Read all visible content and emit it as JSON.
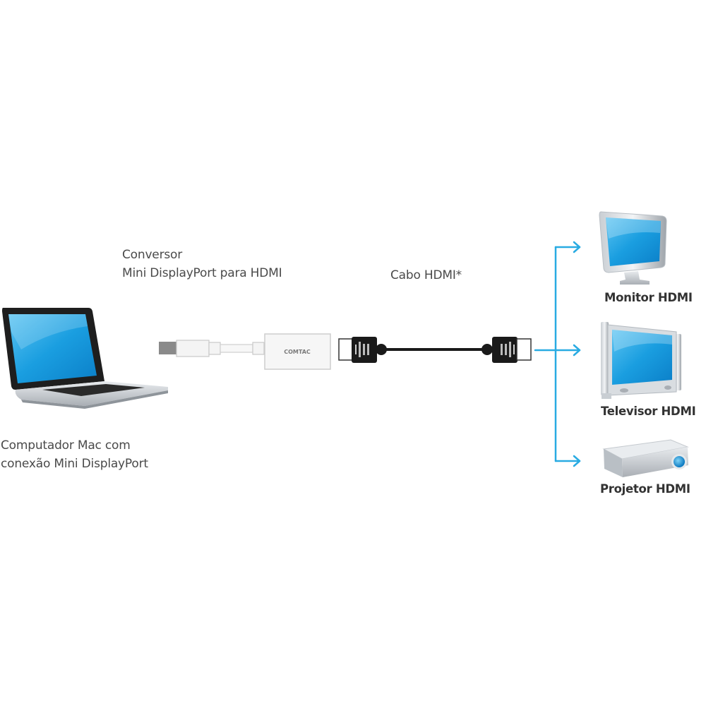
{
  "diagram": {
    "title": "Mini DisplayPort to HDMI connection diagram",
    "source": {
      "name": "computer",
      "label_lines": [
        "Computador Mac com",
        "conexão Mini DisplayPort"
      ],
      "icon": "laptop-icon"
    },
    "adapter": {
      "name": "converter",
      "label_lines": [
        "Conversor",
        "Mini DisplayPort para HDMI"
      ],
      "brand": "COMTAC",
      "icon": "adapter-icon"
    },
    "cable": {
      "name": "hdmi-cable",
      "label": "Cabo HDMI*",
      "icon": "hdmi-cable-icon"
    },
    "destinations": [
      {
        "name": "monitor",
        "label": "Monitor HDMI",
        "icon": "monitor-icon"
      },
      {
        "name": "tv",
        "label": "Televisor HDMI",
        "icon": "tv-icon"
      },
      {
        "name": "projector",
        "label": "Projetor HDMI",
        "icon": "projector-icon"
      }
    ],
    "colors": {
      "arrow": "#29abe2",
      "screen": "#1a9ee0",
      "text": "#4a4a4a",
      "cable": "#1a1a1a"
    }
  }
}
